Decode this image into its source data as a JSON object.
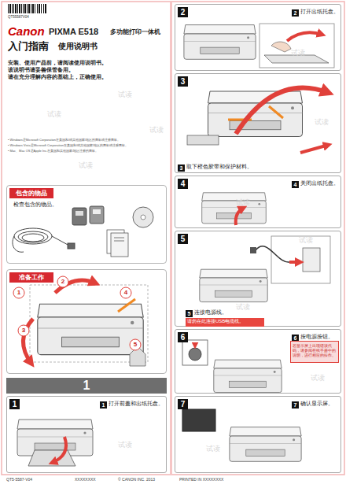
{
  "diagram": {
    "title": "入门指南",
    "nodes": [
      {
        "text": [
          "包含的物品",
          "检查包含的物品。"
        ]
      },
      {
        "text": [
          "准备工作"
        ]
      },
      {
        "text": [
          "1"
        ]
      },
      {
        "text": [
          "1",
          "1",
          "打开前盖和出纸托盘。"
        ]
      },
      {
        "text": [
          "2",
          "2",
          "打开出纸托盘。"
        ]
      },
      {
        "text": [
          "3",
          "3",
          "取下橙色胶带和保护材料。"
        ]
      },
      {
        "text": [
          "4",
          "4",
          "关闭出纸托盘。"
        ]
      },
      {
        "text": [
          "5",
          "5",
          "连接电源线。"
        ]
      },
      {
        "text": [
          "请勿在此连接USB电缆线。"
        ],
        "in": 7
      },
      {
        "text": [
          "6",
          "6",
          "按电源按钮。"
        ]
      },
      {
        "text": [
          "若显示屏上出现错误代码，请参阅在线手册中的说明，进行相应的操作。"
        ],
        "in": 9
      },
      {
        "text": [
          "7",
          "7",
          "确认显示屏。"
        ]
      }
    ],
    "labels": [
      "QT55587V04",
      "Canon",
      "PIXMA E518",
      "多功能打印一体机",
      "使用说明书",
      "安装、使用产品前，请阅读使用说明书。",
      "该说明书请妥善保管备用。",
      "请在充分理解内容的基础上，正确使用。",
      "• Windows是Microsoft Corporation在美国和/或其他国家/地区的商标或注册商标。",
      "• Windows Vista是Microsoft Corporation在美国和/或其他国家/地区的商标或注册商标。",
      "• Mac、Mac OS是Apple Inc.在美国和其他国家/地区注册的商标。",
      "1",
      "2",
      "3",
      "4",
      "5",
      "QT5-5587-V04",
      "XXXXXXXX",
      "© CANON INC. 2013",
      "PRINTED IN XXXXXXXX",
      "试读",
      "试读",
      "试读",
      "试读",
      "试读",
      "试读",
      "试读",
      "试读",
      "试读",
      "试读",
      "试读",
      "试读"
    ]
  }
}
